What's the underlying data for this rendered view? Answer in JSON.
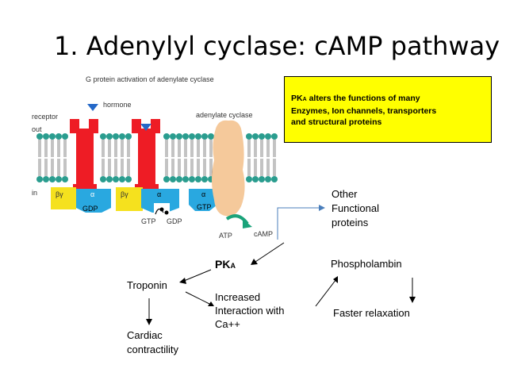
{
  "slide": {
    "title": "1. Adenylyl cyclase: cAMP pathway"
  },
  "figure": {
    "caption": "G protein activation of adenylate cyclase",
    "labels": {
      "hormone": "hormone",
      "receptor": "receptor",
      "out": "out",
      "in": "in",
      "adenylate_cyclase": "adenylate cyclase",
      "beta_gamma_1": "βγ",
      "beta_gamma_2": "βγ",
      "alpha_1": "α",
      "alpha_2": "α",
      "alpha_3": "α",
      "gdp_1": "GDP",
      "gtp_1": "GTP",
      "gdp_2": "GDP",
      "gtp_2": "GTP",
      "atp": "ATP",
      "camp": "cAMP"
    },
    "colors": {
      "receptor": "#ee1c25",
      "g_alpha": "#29a8e0",
      "beta_gamma": "#f5e11e",
      "membrane_head": "#2a9d8f",
      "cyclase": "#f5c99b",
      "hormone": "#2468c8",
      "arrow": "#1aa37a"
    }
  },
  "callout": {
    "line1_prefix": "PK",
    "line1_sub": "A",
    "line1_rest": " alters the functions of many",
    "line2": "Enzymes, Ion channels, transporters",
    "line3": "and structural proteins",
    "color": "#ffff00"
  },
  "flow": {
    "other_1": "Other",
    "other_2": "Functional",
    "other_3": "proteins",
    "pka_main": "PK",
    "pka_sub": "A",
    "troponin": "Troponin",
    "increased_1": "Increased",
    "increased_2": "Interaction with",
    "increased_3": "Ca++",
    "cardiac_1": "Cardiac",
    "cardiac_2": "contractility",
    "phospholambin": "Phospholambin",
    "faster": "Faster relaxation",
    "link_color": "#4a7ebb"
  }
}
